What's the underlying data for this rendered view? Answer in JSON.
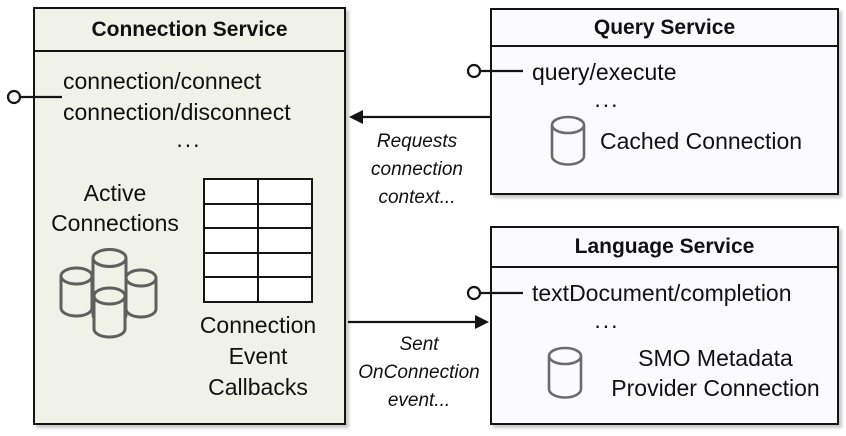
{
  "colors": {
    "connection_box_fill": "#f0f2e7",
    "service_box_fill": "#fbfbfd",
    "border": "#141414",
    "cylinder_stroke": "#6b6b6b"
  },
  "connection_service": {
    "title": "Connection Service",
    "operations": [
      "connection/connect",
      "connection/disconnect"
    ],
    "ellipsis": "...",
    "active_connections_label": "Active Connections",
    "callbacks_label": "Connection Event Callbacks"
  },
  "query_service": {
    "title": "Query Service",
    "operations": [
      "query/execute"
    ],
    "ellipsis": "...",
    "cached_connection_label": "Cached Connection"
  },
  "language_service": {
    "title": "Language Service",
    "operations": [
      "textDocument/completion"
    ],
    "ellipsis": "...",
    "connection_label": "SMO Metadata Provider Connection"
  },
  "flows": {
    "requests_label": "Requests connection context...",
    "sent_label": "Sent OnConnection event..."
  }
}
